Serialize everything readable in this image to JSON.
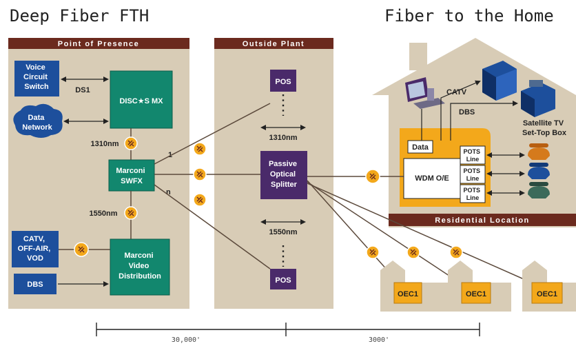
{
  "titles": {
    "left": "Deep Fiber FTH",
    "right": "Fiber to the Home"
  },
  "sections": {
    "pop": "Point of Presence",
    "outside": "Outside Plant",
    "residential": "Residential Location"
  },
  "pop": {
    "voice_switch": [
      "Voice",
      "Circuit",
      "Switch"
    ],
    "data_network": [
      "Data",
      "Network"
    ],
    "disc_mx": "DISC★S MX",
    "ds1": "DS1",
    "wl_1310": "1310nm",
    "wl_1550": "1550nm",
    "swfx": [
      "Marconi",
      "SWFX"
    ],
    "port_1": "1",
    "port_n": "n",
    "catv_source": [
      "CATV,",
      "OFF-AIR,",
      "VOD"
    ],
    "dbs_source": "DBS",
    "video_dist": [
      "Marconi",
      "Video",
      "Distribution"
    ]
  },
  "outside": {
    "pos_top": "POS",
    "pos_bottom": "POS",
    "wl_1310": "1310nm",
    "wl_1550": "1550nm",
    "splitter": [
      "Passive",
      "Optical",
      "Splitter"
    ]
  },
  "home": {
    "catv": "CATV",
    "dbs": "DBS",
    "settop": [
      "Satellite TV",
      "Set-Top Box"
    ],
    "data": "Data",
    "wdm": "WDM O/E",
    "pots": [
      "POTS",
      "Line"
    ]
  },
  "oec": [
    "OEC1",
    "OEC1",
    "OEC1"
  ],
  "scale": {
    "left": "30,000'",
    "right": "3000'"
  },
  "colors": {
    "brown_dark": "#6b2a1e",
    "panel_beige": "#d8ccb6",
    "blue": "#1d4f9c",
    "green": "#12876e",
    "purple": "#4a2a6a",
    "orange": "#f3a81b",
    "line": "#5c4a3c"
  }
}
